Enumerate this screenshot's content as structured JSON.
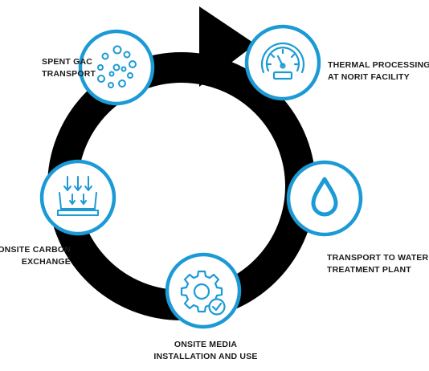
{
  "steps": [
    {
      "id": "thermal",
      "line1": "THERMAL PROCESSING",
      "line2": "AT NORIT FACILITY",
      "icon": "gauge-icon"
    },
    {
      "id": "transport",
      "line1": "TRANSPORT TO WATER",
      "line2": "TREATMENT PLANT",
      "icon": "water-drop-icon"
    },
    {
      "id": "onsite_media",
      "line1": "ONSITE MEDIA",
      "line2": "INSTALLATION AND USE",
      "icon": "gear-check-icon"
    },
    {
      "id": "carbon",
      "line1": "ONSITE CARBON",
      "line2": "EXCHANGE",
      "icon": "filter-arrows-icon"
    },
    {
      "id": "spent",
      "line1": "SPENT GAC",
      "line2": "TRANSPORT",
      "icon": "particles-icon"
    }
  ],
  "colors": {
    "ring": "#000000",
    "accent": "#1b9ad6",
    "node_fill": "#ffffff",
    "text": "#1a1a1a"
  }
}
